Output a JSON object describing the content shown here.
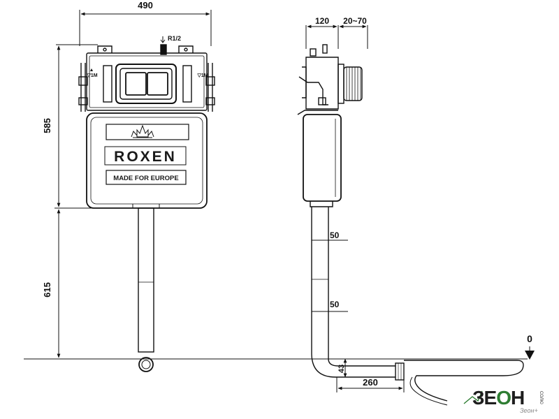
{
  "front_view": {
    "width_label": "490",
    "tank_height_label": "585",
    "pipe_height_label": "615",
    "inlet_label": "R1/2",
    "level_mark_left": "▽1M",
    "level_mark_right": "▽1M",
    "brand": "ROXEN",
    "slogan": "MADE FOR EUROPE"
  },
  "side_view": {
    "depth_label": "120",
    "adjust_label": "20~70",
    "step1_label": "50",
    "step2_label": "50",
    "outlet_height_label": "43",
    "outlet_length_label": "260"
  },
  "floor": {
    "zero_label": "0"
  },
  "watermark": {
    "logo_main": "ЗЕ",
    "logo_accent": "О",
    "logo_end": "H",
    "logo_sub": "Зеон+",
    "logo_vertical": "СОЛЮ"
  }
}
